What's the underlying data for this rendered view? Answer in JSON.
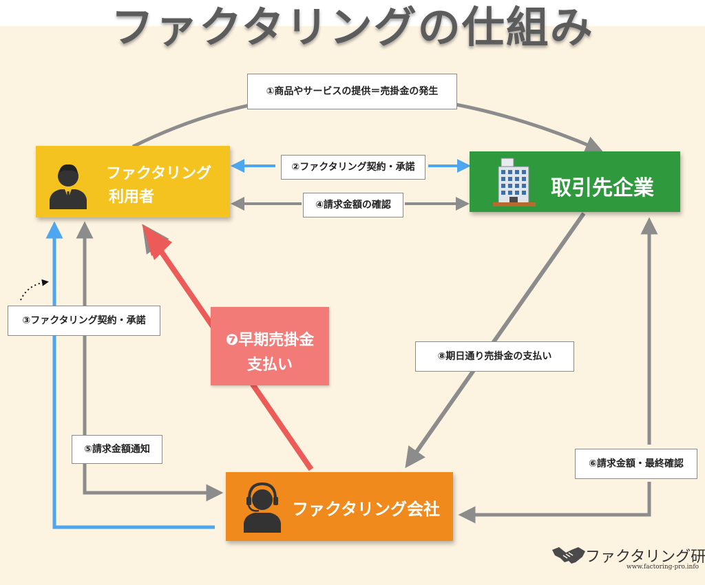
{
  "title": "ファクタリングの仕組み",
  "nodes": {
    "user_line1": "ファクタリング",
    "user_line2": "利用者",
    "client": "取引先企業",
    "company": "ファクタリング会社",
    "early_payment_line1": "❼早期売掛金",
    "early_payment_line2": "支払い"
  },
  "steps": {
    "step1": "①商品やサービスの提供＝売掛金の発生",
    "step2": "②ファクタリング契約・承諾",
    "step3": "③ファクタリング契約・承諾",
    "step4": "④請求金額の確認",
    "step5": "⑤請求金額通知",
    "step6": "⑥請求金額・最終確認",
    "step8": "⑧期日通り売掛金の支払い"
  },
  "logo": {
    "name": "ファクタリング研究所",
    "url": "www.factoring-pro.info"
  },
  "colors": {
    "user": "#f4c31f",
    "client": "#2f9a3d",
    "company": "#f08a1d",
    "early": "#f27b78",
    "arrow_gray": "#8c8c8c",
    "arrow_blue": "#4ea6ef",
    "arrow_red": "#ec5b57",
    "background": "#fdf3e1"
  },
  "icons": [
    "businessman-icon",
    "office-building-icon",
    "operator-headset-icon",
    "handshake-icon"
  ]
}
